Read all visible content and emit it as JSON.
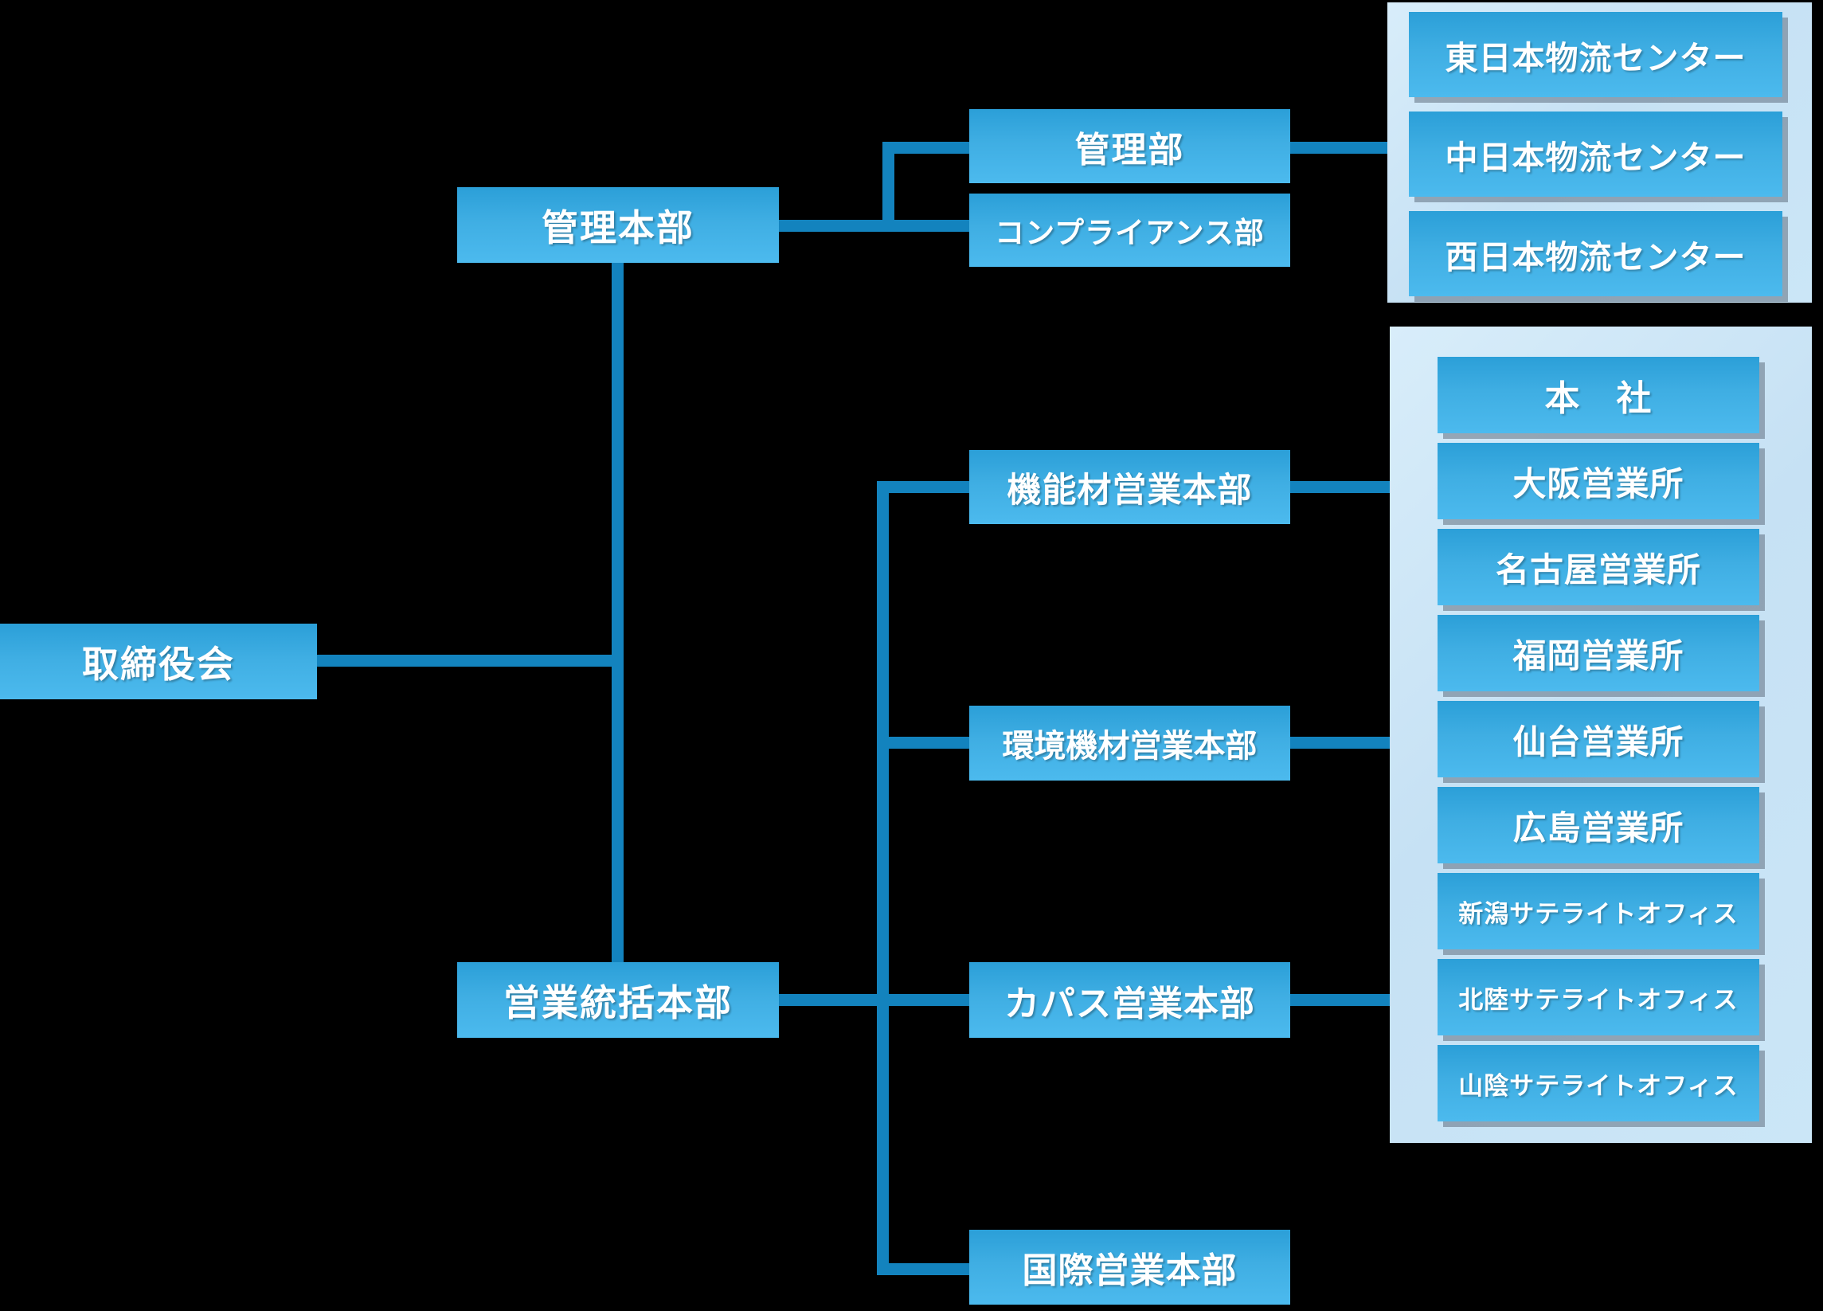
{
  "palette": {
    "background": "#000000",
    "box_gradient_top": "#2B9FD8",
    "box_gradient_bottom": "#4CBAEE",
    "connector": "#1383BE",
    "panel_background": "#CBE6F7",
    "text": "#FFFFFF"
  },
  "nodes": {
    "board": {
      "label": "取締役会"
    },
    "admin_hq": {
      "label": "管理本部"
    },
    "sales_supervision_hq": {
      "label": "営業統括本部"
    },
    "admin_dept": {
      "label": "管理部"
    },
    "compliance_dept": {
      "label": "コンプライアンス部"
    },
    "functional_materials_hq": {
      "label": "機能材営業本部"
    },
    "environmental_equipment_hq": {
      "label": "環境機材営業本部"
    },
    "capas_sales_hq": {
      "label": "カパス営業本部"
    },
    "international_sales_hq": {
      "label": "国際営業本部"
    }
  },
  "logistics_panel": {
    "items": [
      {
        "label": "東日本物流センター"
      },
      {
        "label": "中日本物流センター"
      },
      {
        "label": "西日本物流センター"
      }
    ]
  },
  "offices_panel": {
    "items": [
      {
        "label": "本　社"
      },
      {
        "label": "大阪営業所"
      },
      {
        "label": "名古屋営業所"
      },
      {
        "label": "福岡営業所"
      },
      {
        "label": "仙台営業所"
      },
      {
        "label": "広島営業所"
      },
      {
        "label": "新潟サテライトオフィス"
      },
      {
        "label": "北陸サテライトオフィス"
      },
      {
        "label": "山陰サテライトオフィス"
      }
    ]
  }
}
